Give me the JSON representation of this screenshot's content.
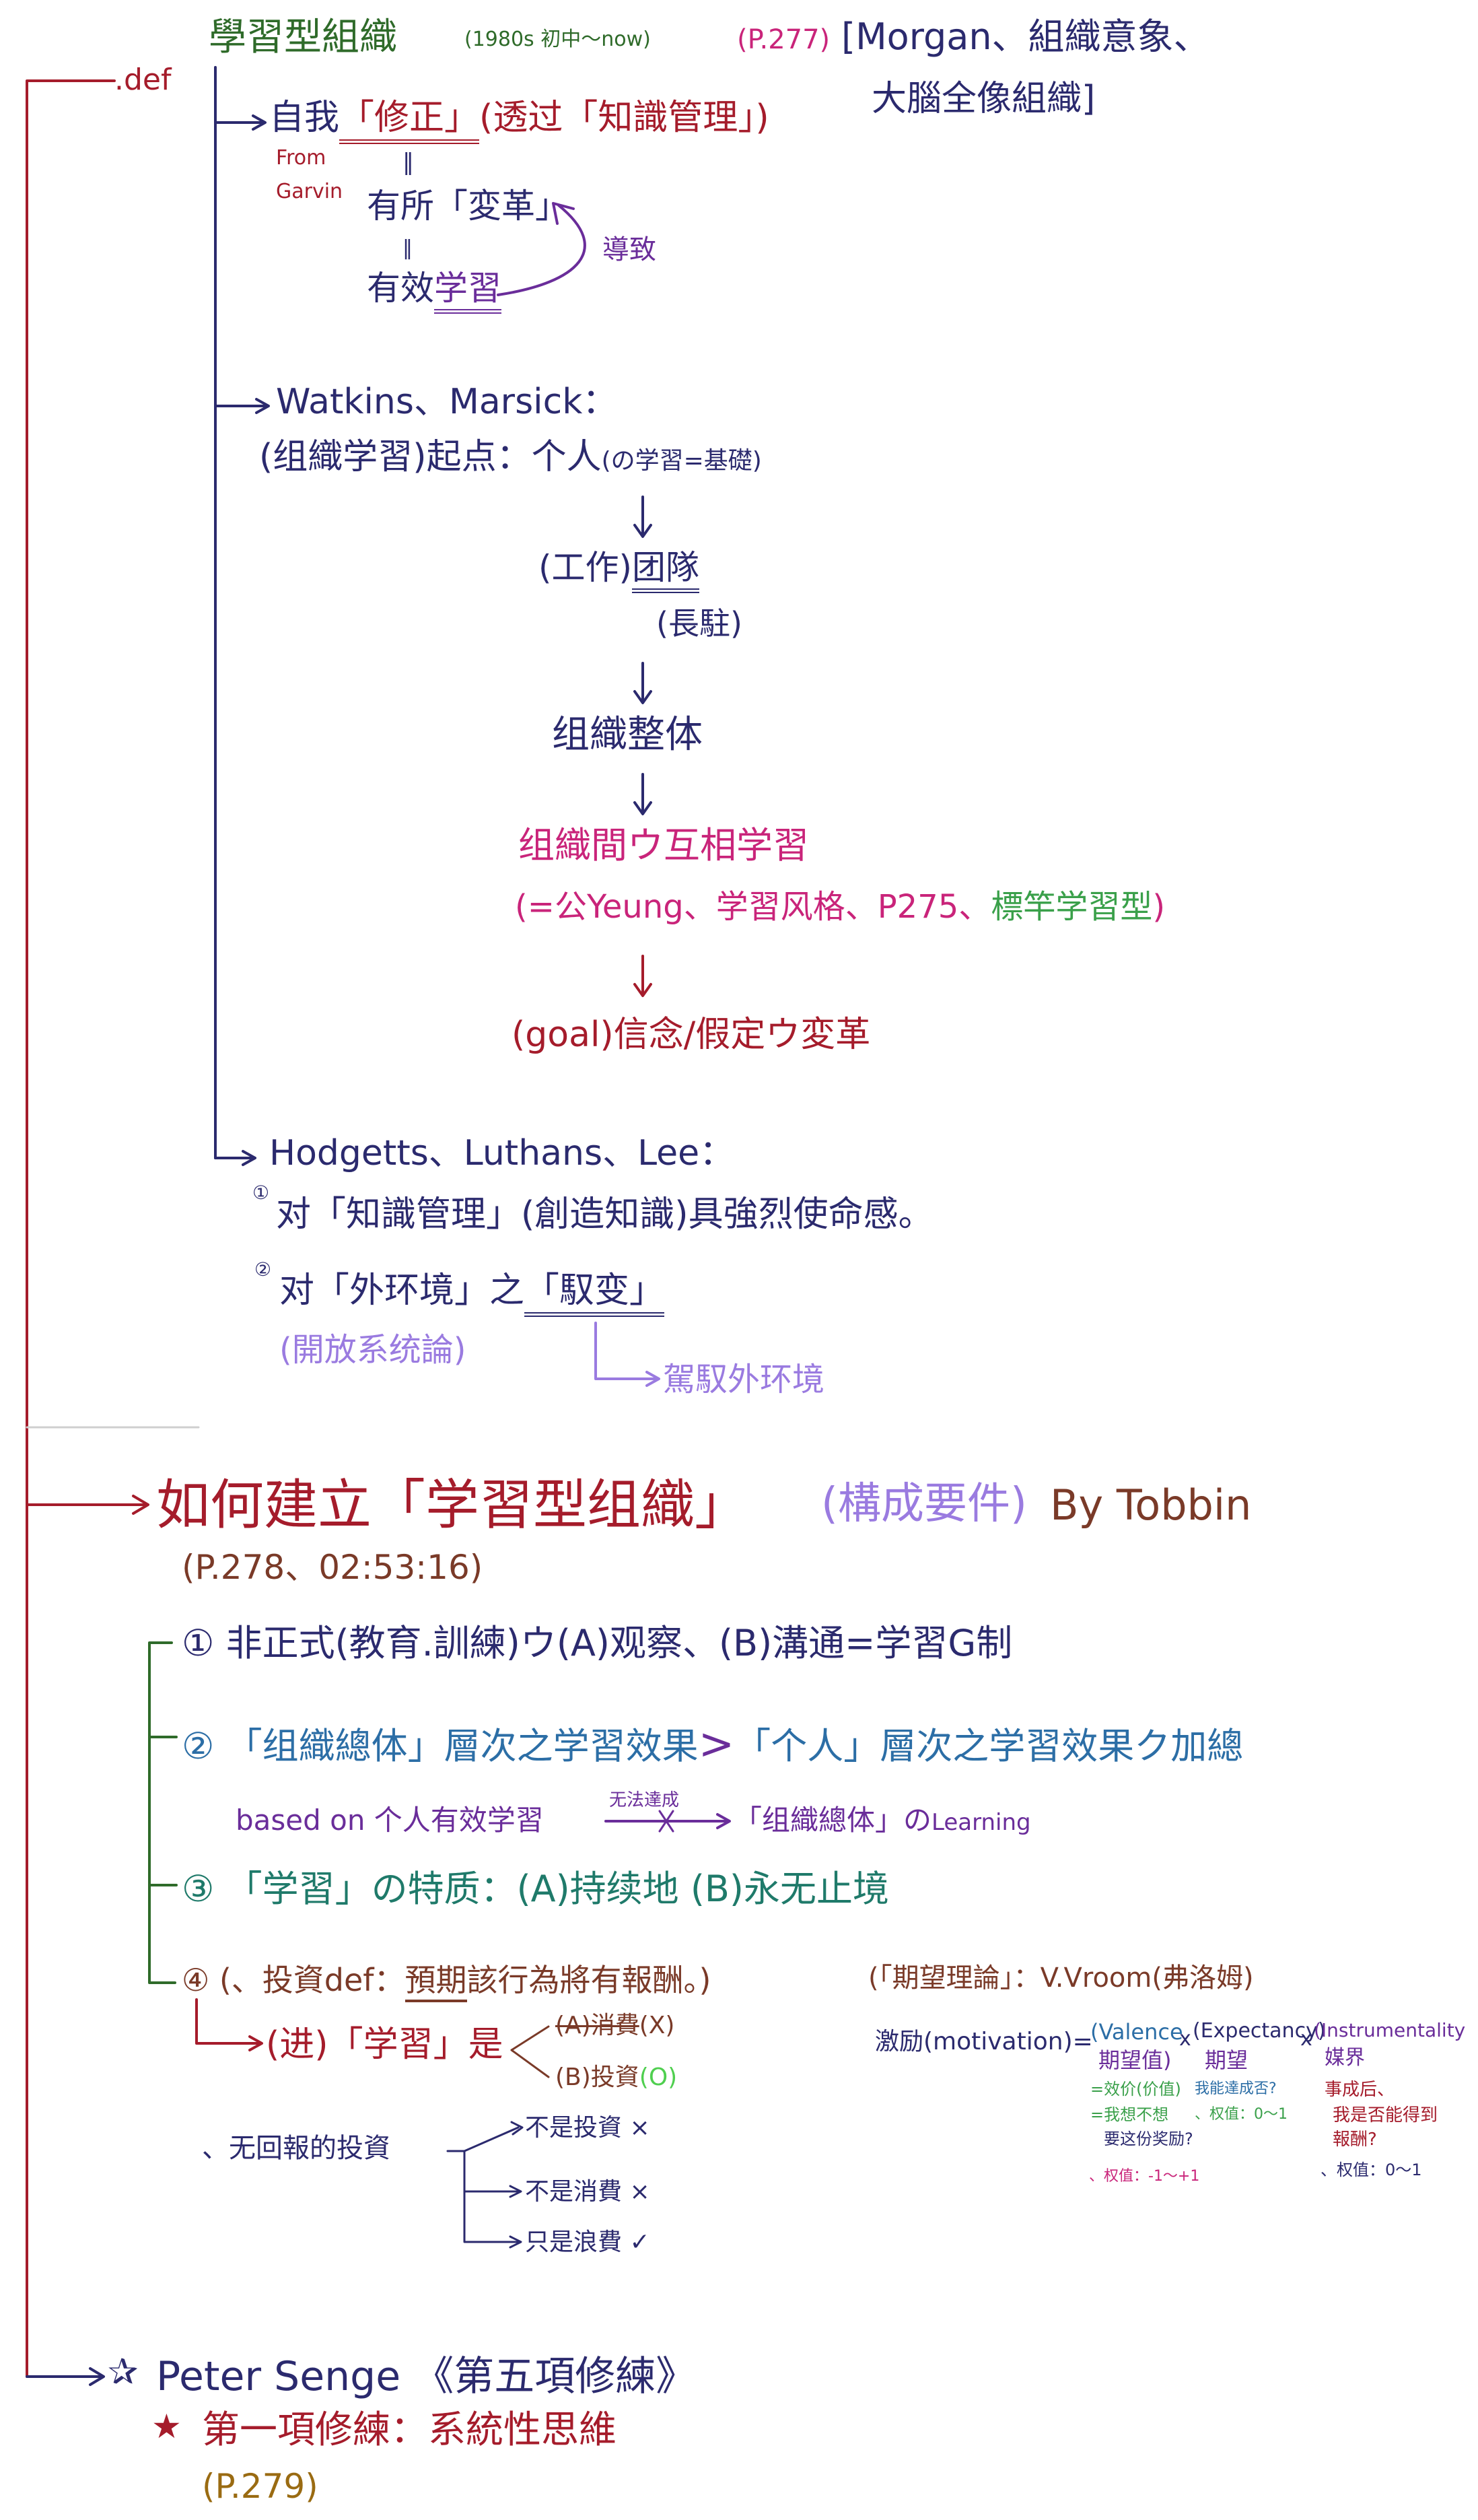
{
  "def": ".def",
  "title": {
    "main": "學習型組織",
    "era": "(1980s 初中～now)",
    "page": "(P.277)",
    "morgan_line1": "[Morgan、組織意象、",
    "morgan_line2": "大腦全像組織]"
  },
  "garvin": {
    "lead": "自我",
    "q1": "「修正」",
    "mid": "(透过",
    "q2": "「知識管理」",
    "close": ")",
    "from": "From",
    "name": "Garvin",
    "eq1": "‖",
    "has_change_pre": "有所",
    "has_change_q": "「変革」",
    "eq2": "‖",
    "effective_pre": "有效",
    "effective_u": "学習",
    "leads_to": "導致"
  },
  "watkins": {
    "head": "Watkins、Marsick：",
    "start": "(组織学習)起点：个人",
    "start_note": "(の学習=基礎)",
    "team_pre": "(工作)",
    "team": "团隊",
    "team_sub": "(長駐)",
    "org_whole": "组織整体",
    "mutual": "组織間ウ互相学習",
    "yeung_pre": "(=公Yeung、学習风格、P275、",
    "yeung_green": "標竿学習型",
    "yeung_close": ")",
    "goal": "(goal)信念/假定ウ変革"
  },
  "hodgetts": {
    "head": "Hodgetts、Luthans、Lee：",
    "n1": "①",
    "p1": "对「知識管理」(創造知識)具強烈使命感。",
    "n2": "②",
    "p2_pre": "对「外环境」之",
    "p2_q": "「馭变」",
    "open_system": "(開放系统論)",
    "drive_env": "駕馭外环境"
  },
  "tobbin": {
    "head": "如何建立「学習型组織」",
    "elements": "(構成要件)",
    "by": "By Tobbin",
    "ref": "(P.278、02:53:16)",
    "i1": "① 非正式(教育.訓練)ウ(A)观察、(B)溝通=学習G制",
    "i2_pre": "② 「组織總体」層次之学習效果",
    "i2_gt": ">",
    "i2_post": "「个人」層次之学習效果ク加總",
    "i2_note_pre": "based on 个人有效学習",
    "i2_note_arrow": "无法達成",
    "i2_note_post": "「组織總体」の",
    "i2_note_learning": "Learning",
    "i3": "③ 「学習」の特质：(A)持续地  (B)永无止境",
    "i4_pre": "④ (、投資def：",
    "i4_u": "預期",
    "i4_post": "該行為將有報酬。)",
    "vroom": "(「期望理論」：V.Vroom(弗洛姆)",
    "i4_sub": "(进)「学習」是",
    "i4_a": "(A)消費",
    "i4_a_mark": "(X)",
    "i4_b": "(B)投資",
    "i4_b_mark": "(O)"
  },
  "motivation": {
    "label": "激励(motivation)=",
    "valence": "(Valence",
    "valence_zh": "期望值)",
    "times1": "x",
    "expectancy": "(Expectancy)",
    "expectancy_zh": "期望",
    "times2": "x",
    "instrumentality": "(Instrumentality",
    "instrumentality_zh": "媒界",
    "v1": "=效价(价值)",
    "v2": "=我想不想",
    "v3": "要这份奖励?",
    "v4": "、权值：-1～+1",
    "e1": "我能達成否?",
    "e2": "、权值：0～1",
    "i1": "事成后、",
    "i2": "我是否能得到",
    "i3": "報酬?",
    "i4": "、权值：0～1"
  },
  "noreturn": {
    "head": "、无回報的投資",
    "r1": "不是投資 ×",
    "r2": "不是消費 ×",
    "r3": "只是浪費 ✓"
  },
  "senge": {
    "star": "✰",
    "head": "Peter Senge 《第五項修練》",
    "star2": "★",
    "first": "第一項修練：系統性思維",
    "page": "(P.279)"
  }
}
